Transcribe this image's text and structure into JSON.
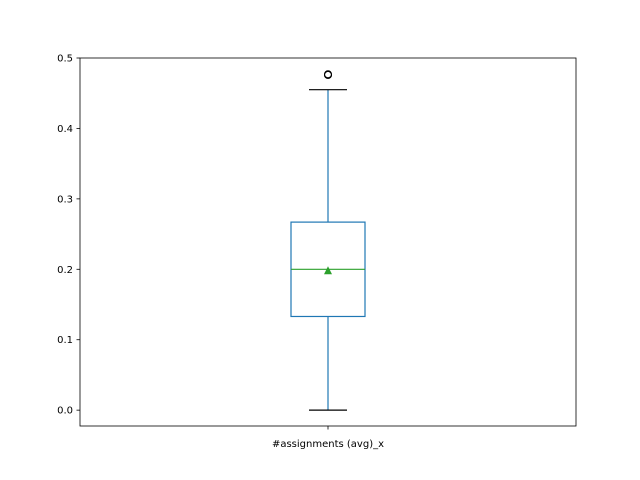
{
  "chart_data": {
    "type": "box",
    "categories": [
      "#assignments (avg)_x"
    ],
    "boxes": [
      {
        "category": "#assignments (avg)_x",
        "whisker_low": 0.0,
        "q1": 0.133,
        "median": 0.2,
        "mean": 0.198,
        "q3": 0.267,
        "whisker_high": 0.455,
        "outliers": [
          0.476,
          0.476,
          0.477
        ]
      }
    ],
    "yticks": [
      0.0,
      0.1,
      0.2,
      0.3,
      0.4,
      0.5
    ],
    "ytick_labels": [
      "0.0",
      "0.1",
      "0.2",
      "0.3",
      "0.4",
      "0.5"
    ],
    "ylim": [
      -0.0225,
      0.5
    ],
    "grid": false,
    "colors": {
      "box": "#1f77b4",
      "median": "#2ca02c",
      "mean_marker": "#2ca02c",
      "whisker_cap": "#000000",
      "outlier": "#000000"
    }
  }
}
